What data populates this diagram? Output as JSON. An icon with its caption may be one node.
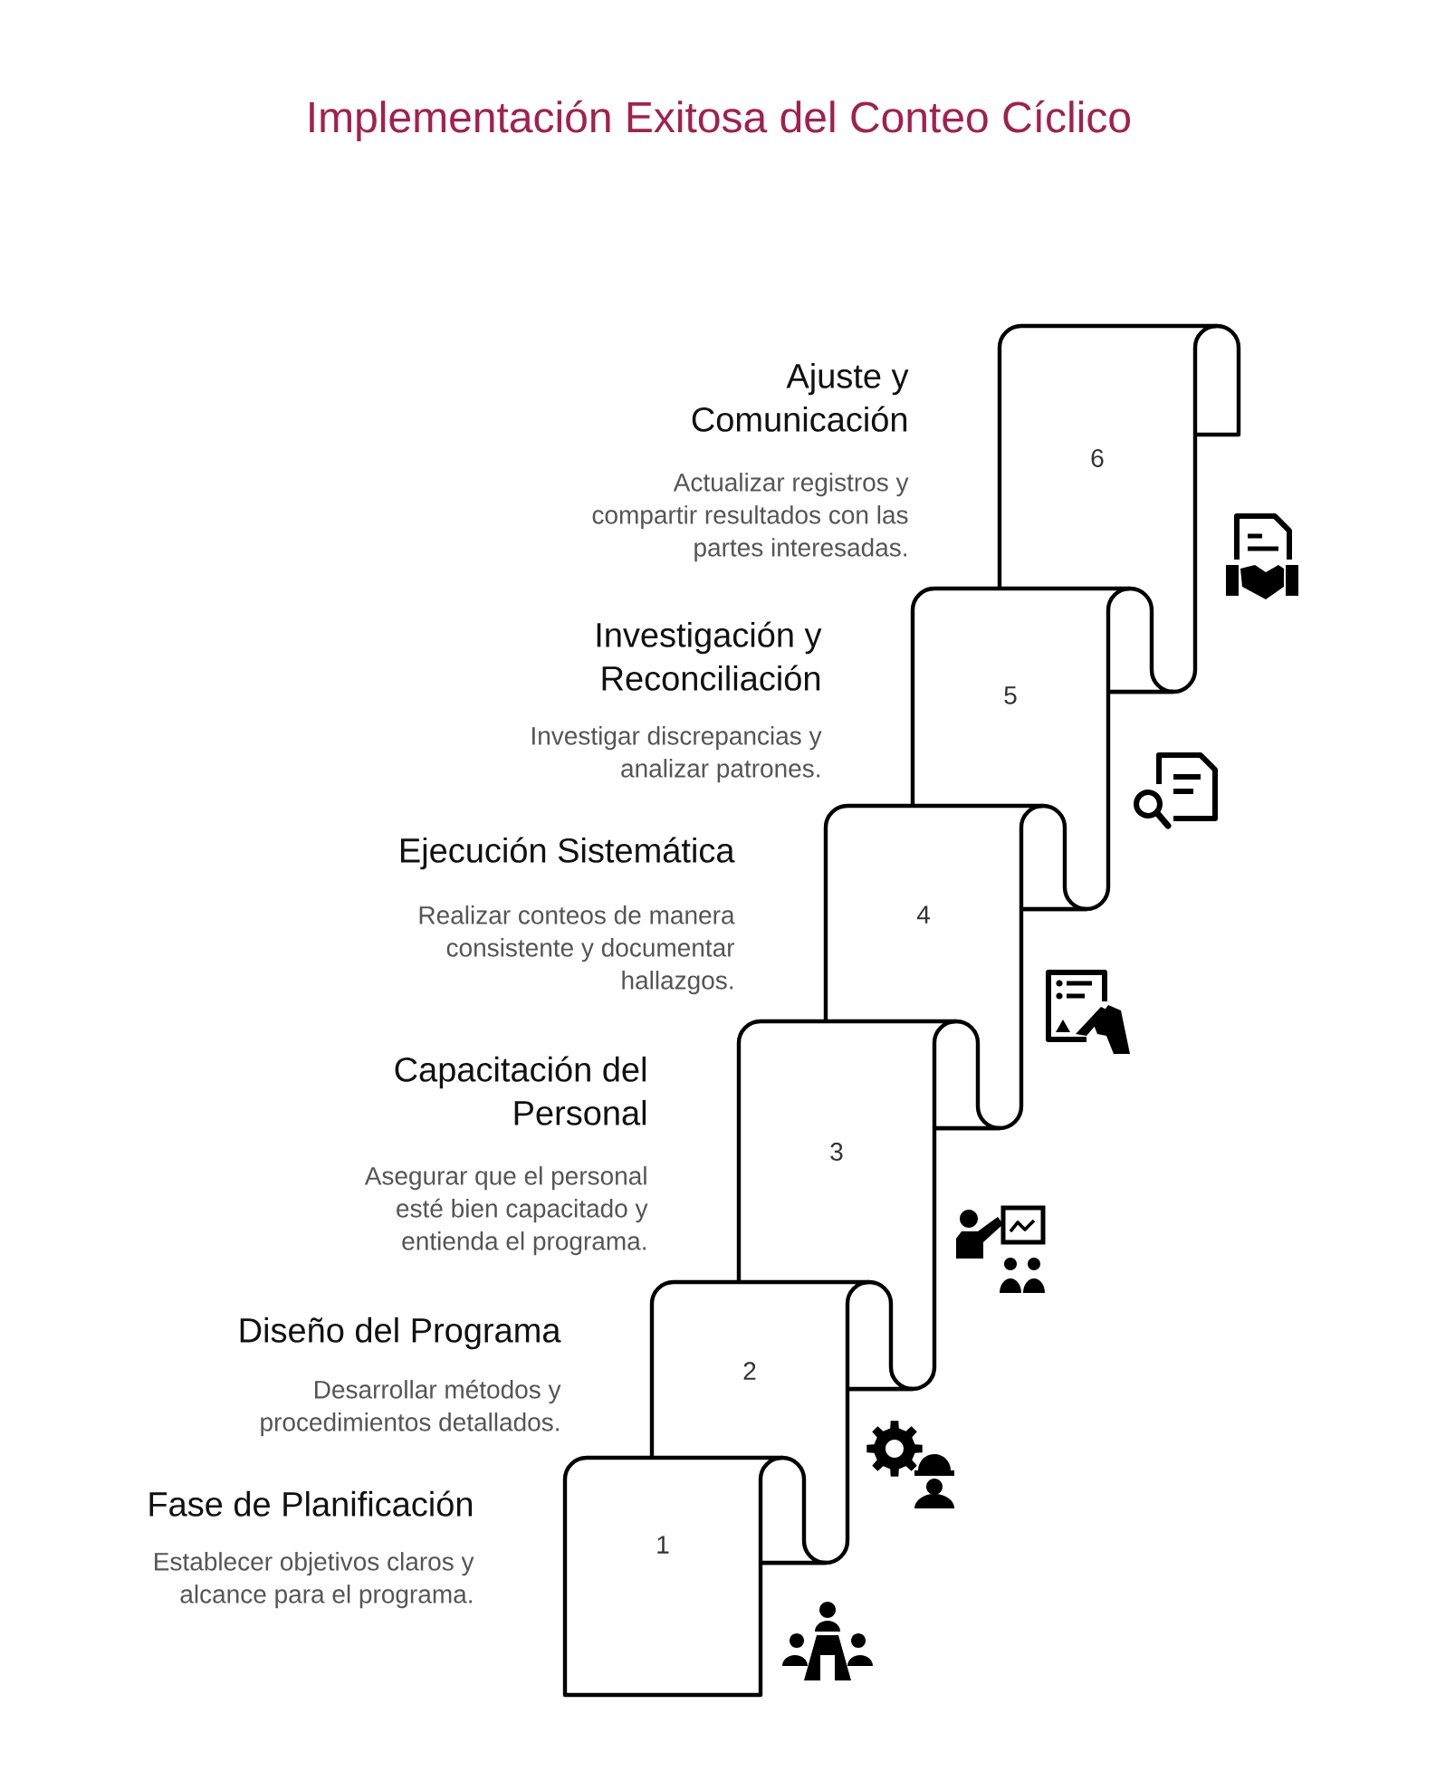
{
  "diagram": {
    "title": "Implementación Exitosa del Conteo Cíclico",
    "nodes": [
      {
        "text": [
          "1"
        ],
        "beside": [
          "Fase de Planificación",
          "Establecer objetivos claros y alcance para el programa."
        ]
      },
      {
        "text": [
          "2"
        ],
        "beside": [
          "Diseño del Programa",
          "Desarrollar métodos y procedimientos detallados."
        ]
      },
      {
        "text": [
          "3"
        ],
        "beside": [
          "Capacitación del Personal",
          "Asegurar que el personal esté bien capacitado y entienda el programa."
        ]
      },
      {
        "text": [
          "4"
        ],
        "beside": [
          "Ejecución Sistemática",
          "Realizar conteos de manera consistente y documentar hallazgos."
        ]
      },
      {
        "text": [
          "5"
        ],
        "beside": [
          "Investigación y Reconciliación",
          "Investigar discrepancias y analizar patrones."
        ]
      },
      {
        "text": [
          "6"
        ],
        "beside": [
          "Ajuste y Comunicación",
          "Actualizar registros y compartir resultados con las partes interesadas."
        ]
      }
    ]
  }
}
